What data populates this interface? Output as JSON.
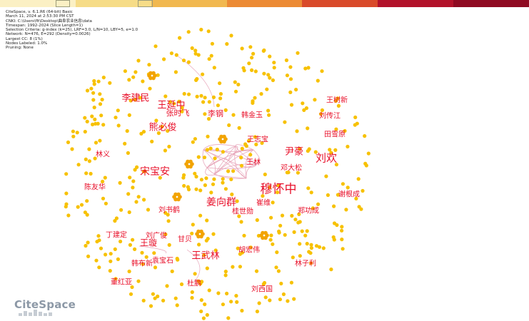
{
  "app": {
    "logo_text": "CiteSpace"
  },
  "info_lines": [
    "CiteSpace, v. 6.1.R6 (64-bit) Basic",
    "March 11, 2024 at 2:53:30 PM CST",
    "CNKI: C:\\Users\\flt\\Desktop\\曲阜农业信息\\data",
    "Timespan: 1992-2024 (Slice Length=1)",
    "Selection Criteria: g-index (k=25), LRF=3.0, L/N=10, LBY=5, e=1.0",
    "Network: N=476, E=292 (Density=0.0026)",
    "Largest CC: 8 (1%)",
    "Nodes Labeled: 1.0%",
    "Pruning: None"
  ],
  "colors": {
    "node": "#f7c100",
    "node_highlight": "#f2a300",
    "label": "#e8102a",
    "link": "#e8a7bb",
    "timeline": [
      "#fbf0c4",
      "#f6dc87",
      "#f1b84f",
      "#ec8a34",
      "#d94a2a",
      "#b3122a",
      "#8f0a22"
    ]
  },
  "labels": [
    {
      "text": "穆怀中",
      "size": 17
    },
    {
      "text": "姜向群",
      "size": 14
    },
    {
      "text": "宋宝安",
      "size": 14
    },
    {
      "text": "王延中",
      "size": 13
    },
    {
      "text": "李建民",
      "size": 13
    },
    {
      "text": "熊必俊",
      "size": 13
    },
    {
      "text": "尹豪",
      "size": 13
    },
    {
      "text": "刘欢",
      "size": 15
    },
    {
      "text": "王武林",
      "size": 13
    },
    {
      "text": "王璇",
      "size": 12
    },
    {
      "text": "张时飞",
      "size": 11
    },
    {
      "text": "李钢",
      "size": 11
    },
    {
      "text": "韩金玉",
      "size": 10
    },
    {
      "text": "王志宝",
      "size": 10
    },
    {
      "text": "王林",
      "size": 10
    },
    {
      "text": "邓大松",
      "size": 10
    },
    {
      "text": "王树新",
      "size": 10
    },
    {
      "text": "刘传江",
      "size": 10
    },
    {
      "text": "田雪原",
      "size": 10
    },
    {
      "text": "林义",
      "size": 10
    },
    {
      "text": "陈友华",
      "size": 10
    },
    {
      "text": "谢根成",
      "size": 10
    },
    {
      "text": "崔维",
      "size": 10
    },
    {
      "text": "郑功成",
      "size": 10
    },
    {
      "text": "刘书鹤",
      "size": 10
    },
    {
      "text": "桂世勋",
      "size": 10
    },
    {
      "text": "丁建定",
      "size": 10
    },
    {
      "text": "刘广俊",
      "size": 10
    },
    {
      "text": "甘贝",
      "size": 10
    },
    {
      "text": "胡宏伟",
      "size": 10
    },
    {
      "text": "韩布新",
      "size": 10
    },
    {
      "text": "袁宝石",
      "size": 10
    },
    {
      "text": "林子利",
      "size": 10
    },
    {
      "text": "董红亚",
      "size": 10
    },
    {
      "text": "杜鹏",
      "size": 10
    },
    {
      "text": "刘西国",
      "size": 10
    }
  ]
}
